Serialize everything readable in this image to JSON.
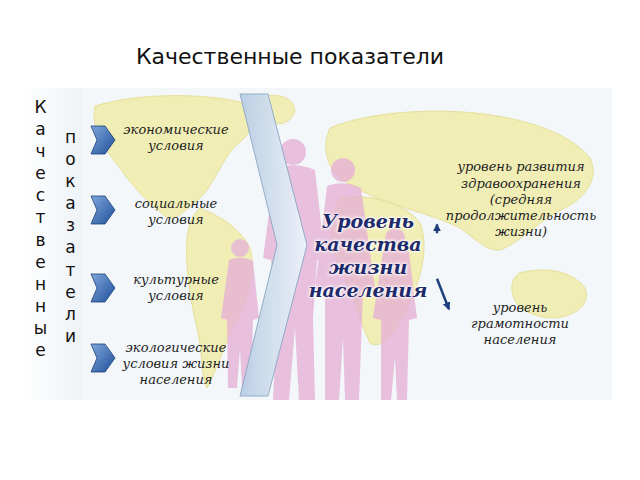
{
  "diagram": {
    "title": "Качественные показатели",
    "nodes": [
      {
        "text": [
          "экономические условия"
        ]
      },
      {
        "text": [
          "социальные условия"
        ]
      },
      {
        "text": [
          "культурные условия"
        ]
      },
      {
        "text": [
          "экологические условия жизни населения"
        ]
      },
      {
        "text": [
          "Уровень качества жизни населения"
        ]
      },
      {
        "text": [
          "уровень развития здравоохранения (средняя продолжительность жизни)"
        ]
      },
      {
        "text": [
          "уровень грамотности населения"
        ]
      }
    ],
    "edges": [
      {
        "from": 4,
        "to": 5,
        "arrow": "to"
      },
      {
        "from": 4,
        "to": 6,
        "arrow": "to"
      }
    ],
    "labels": [
      "Качественные",
      "показатели"
    ]
  }
}
